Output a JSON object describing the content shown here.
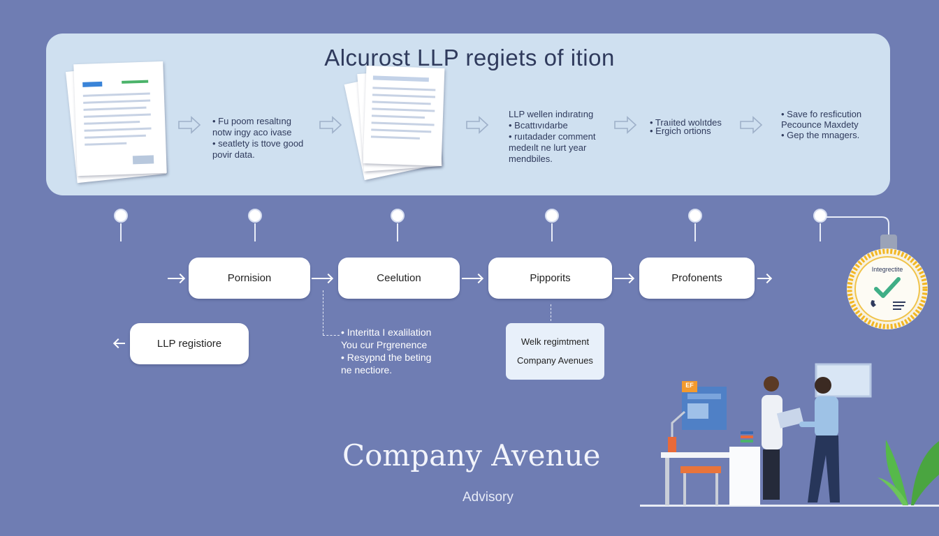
{
  "colors": {
    "background": "#6f7db3",
    "panel": "#cfe0f0",
    "badge_ring": "#f2b623",
    "check": "#3fae86",
    "plant": "#56b94a"
  },
  "header": {
    "title": "Alcurost LLP regiets of ition"
  },
  "steps_top": [
    {
      "bullets": [
        "• Fu poom resaltıng",
        "  notw ingy aco ivase",
        "• seatlety is ttove good",
        "  povir data."
      ]
    },
    {
      "bullets": [
        "LLP wellen indıratıng",
        "  • Bcattıvıdarbe",
        "• ruıtadader comment",
        "  medeılt ne lurt year",
        "  mendbiles."
      ]
    },
    {
      "bullets": [
        "• Traıited wolıtdes",
        "",
        "• Ergich ortions"
      ]
    },
    {
      "bullets": [
        "• Save fo resficution",
        "  Pecounce Maxdety",
        "",
        "• Gep the mnagers."
      ]
    }
  ],
  "flow": {
    "boxes": [
      "Pornision",
      "Ceelution",
      "Pipporits",
      "Profonents"
    ],
    "left_box": "LLP registiore",
    "note_left": [
      "• Interitta I exalilation",
      "  You cur Prgrenence",
      "• Resypnd the beting",
      "  ne nectiore."
    ],
    "note_right": [
      "Welk regimtment",
      "Company Avenues"
    ],
    "badge_label": "Integrectite"
  },
  "brand": {
    "name": "Company Avenue",
    "sub": "Advisory"
  },
  "illustration": {
    "monitor_tag": "EF"
  }
}
